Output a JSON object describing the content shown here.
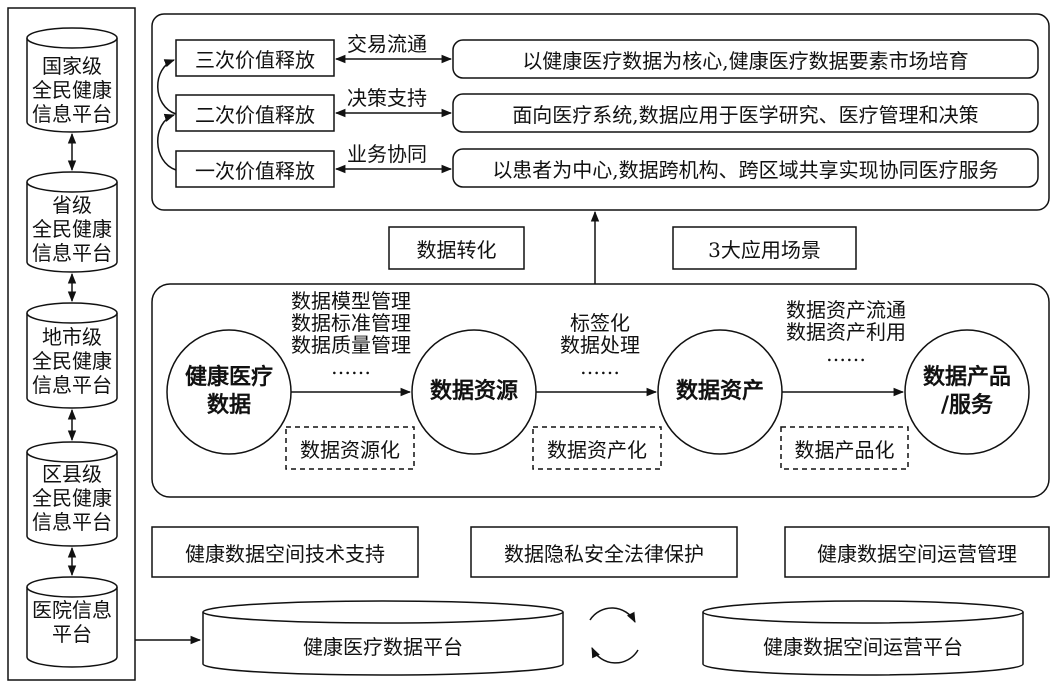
{
  "left_column": {
    "levels": [
      {
        "label": "国家级\n全民健康\n信息平台"
      },
      {
        "label": "省级\n全民健康\n信息平台"
      },
      {
        "label": "地市级\n全民健康\n信息平台"
      },
      {
        "label": "区县级\n全民健康\n信息平台"
      },
      {
        "label": "医院信息\n平台"
      }
    ]
  },
  "value_release": {
    "levels": [
      {
        "name": "三次价值释放",
        "link": "交易流通",
        "description": "以健康医疗数据为核心,健康医疗数据要素市场培育"
      },
      {
        "name": "二次价值释放",
        "link": "决策支持",
        "description": "面向医疗系统,数据应用于医学研究、医疗管理和决策"
      },
      {
        "name": "一次价值释放",
        "link": "业务协同",
        "description": "以患者为中心,数据跨机构、跨区域共享实现协同医疗服务"
      }
    ]
  },
  "middle_labels": {
    "transform": "数据转化",
    "scenarios": "3大应用场景"
  },
  "flow": {
    "nodes": [
      "健康医疗\n数据",
      "数据资源",
      "数据资产",
      "数据产品\n/服务"
    ],
    "edge_notes": [
      "数据模型管理\n数据标准管理\n数据质量管理\n……",
      "标签化\n数据处理\n……",
      "数据资产流通\n数据资产利用\n……"
    ],
    "stages": [
      "数据资源化",
      "数据资产化",
      "数据产品化"
    ]
  },
  "supports": [
    "健康数据空间技术支持",
    "数据隐私安全法律保护",
    "健康数据空间运营管理"
  ],
  "platforms": {
    "left": "健康医疗数据平台",
    "right": "健康数据空间运营平台"
  }
}
